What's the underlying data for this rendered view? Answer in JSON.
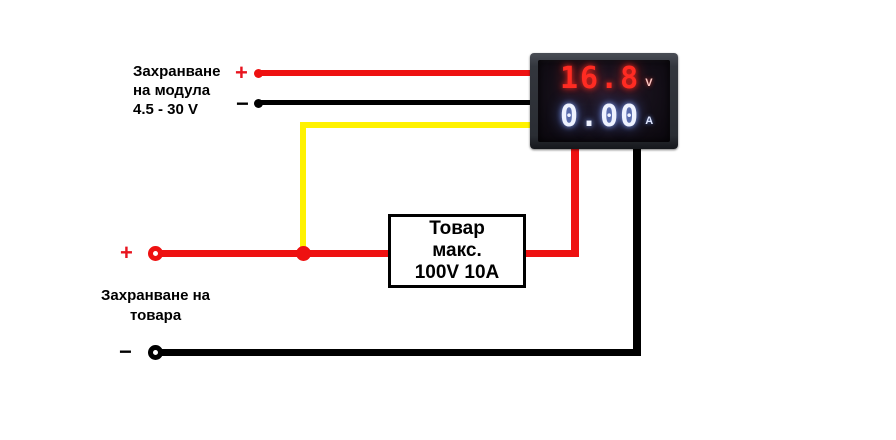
{
  "diagram": {
    "title": "Digital voltmeter ammeter module wiring diagram",
    "colors": {
      "wire_red": "#ee1111",
      "wire_black": "#000000",
      "wire_yellow": "#fff200",
      "plus_sign": "#e8141e",
      "box_border": "#000000",
      "module_bezel": "#33363d",
      "volt_digits": "#ff2b22",
      "amp_digits": "#eef2ff"
    }
  },
  "module_supply": {
    "label_line1": "Захранване",
    "label_line2": "на модула",
    "label_line3": "4.5 - 30 V",
    "plus_sign": "+",
    "minus_sign": "−"
  },
  "load_supply": {
    "label_line1": "Захранване на",
    "label_line2": "товара",
    "plus_sign": "+",
    "minus_sign": "−"
  },
  "load_box": {
    "line1": "Товар",
    "line2": "макс.",
    "line3": "100V 10A"
  },
  "meter": {
    "voltage_value": "16.8",
    "voltage_unit": "V",
    "current_value": "0.00",
    "current_unit": "A"
  }
}
